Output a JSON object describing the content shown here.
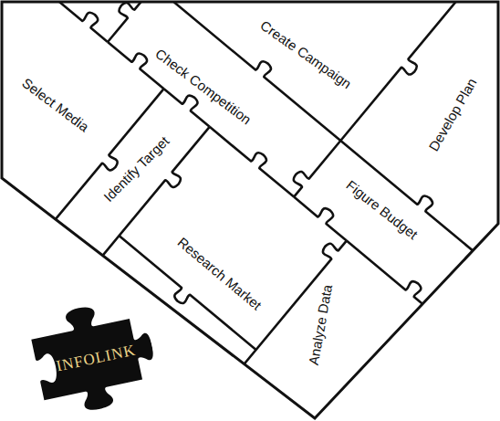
{
  "diagram": {
    "nodes": [
      {
        "text": [
          "Select Media"
        ]
      },
      {
        "text": [
          "Check Competition"
        ]
      },
      {
        "text": [
          "Create Campaign"
        ]
      },
      {
        "text": [
          "Identify Target"
        ]
      },
      {
        "text": [
          "Develop Plan"
        ]
      },
      {
        "text": [
          "Research Market"
        ]
      },
      {
        "text": [
          "Figure Budget"
        ]
      },
      {
        "text": [
          "Analyze Data"
        ]
      },
      {
        "text": [
          "INFOLINK"
        ]
      }
    ]
  }
}
